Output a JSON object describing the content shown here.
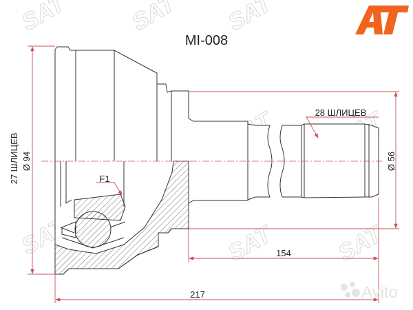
{
  "title": "MI-008",
  "dimensions": {
    "outer_splines": "27 ШЛИЦЕВ",
    "outer_diameter": "Ø 94",
    "shaft_splines": "28 ШЛИЦЕВ",
    "shaft_diameter": "Ø 56",
    "shaft_length": "154",
    "total_length": "217",
    "callout": "F1"
  },
  "logos": {
    "brand": "AT",
    "watermark": "SAT",
    "marketplace": "Avito"
  },
  "colors": {
    "dimension_line": "#c8505a",
    "outline": "#333333",
    "brand_orange": "#f0641e",
    "brand_dark": "#1e2a3c"
  }
}
